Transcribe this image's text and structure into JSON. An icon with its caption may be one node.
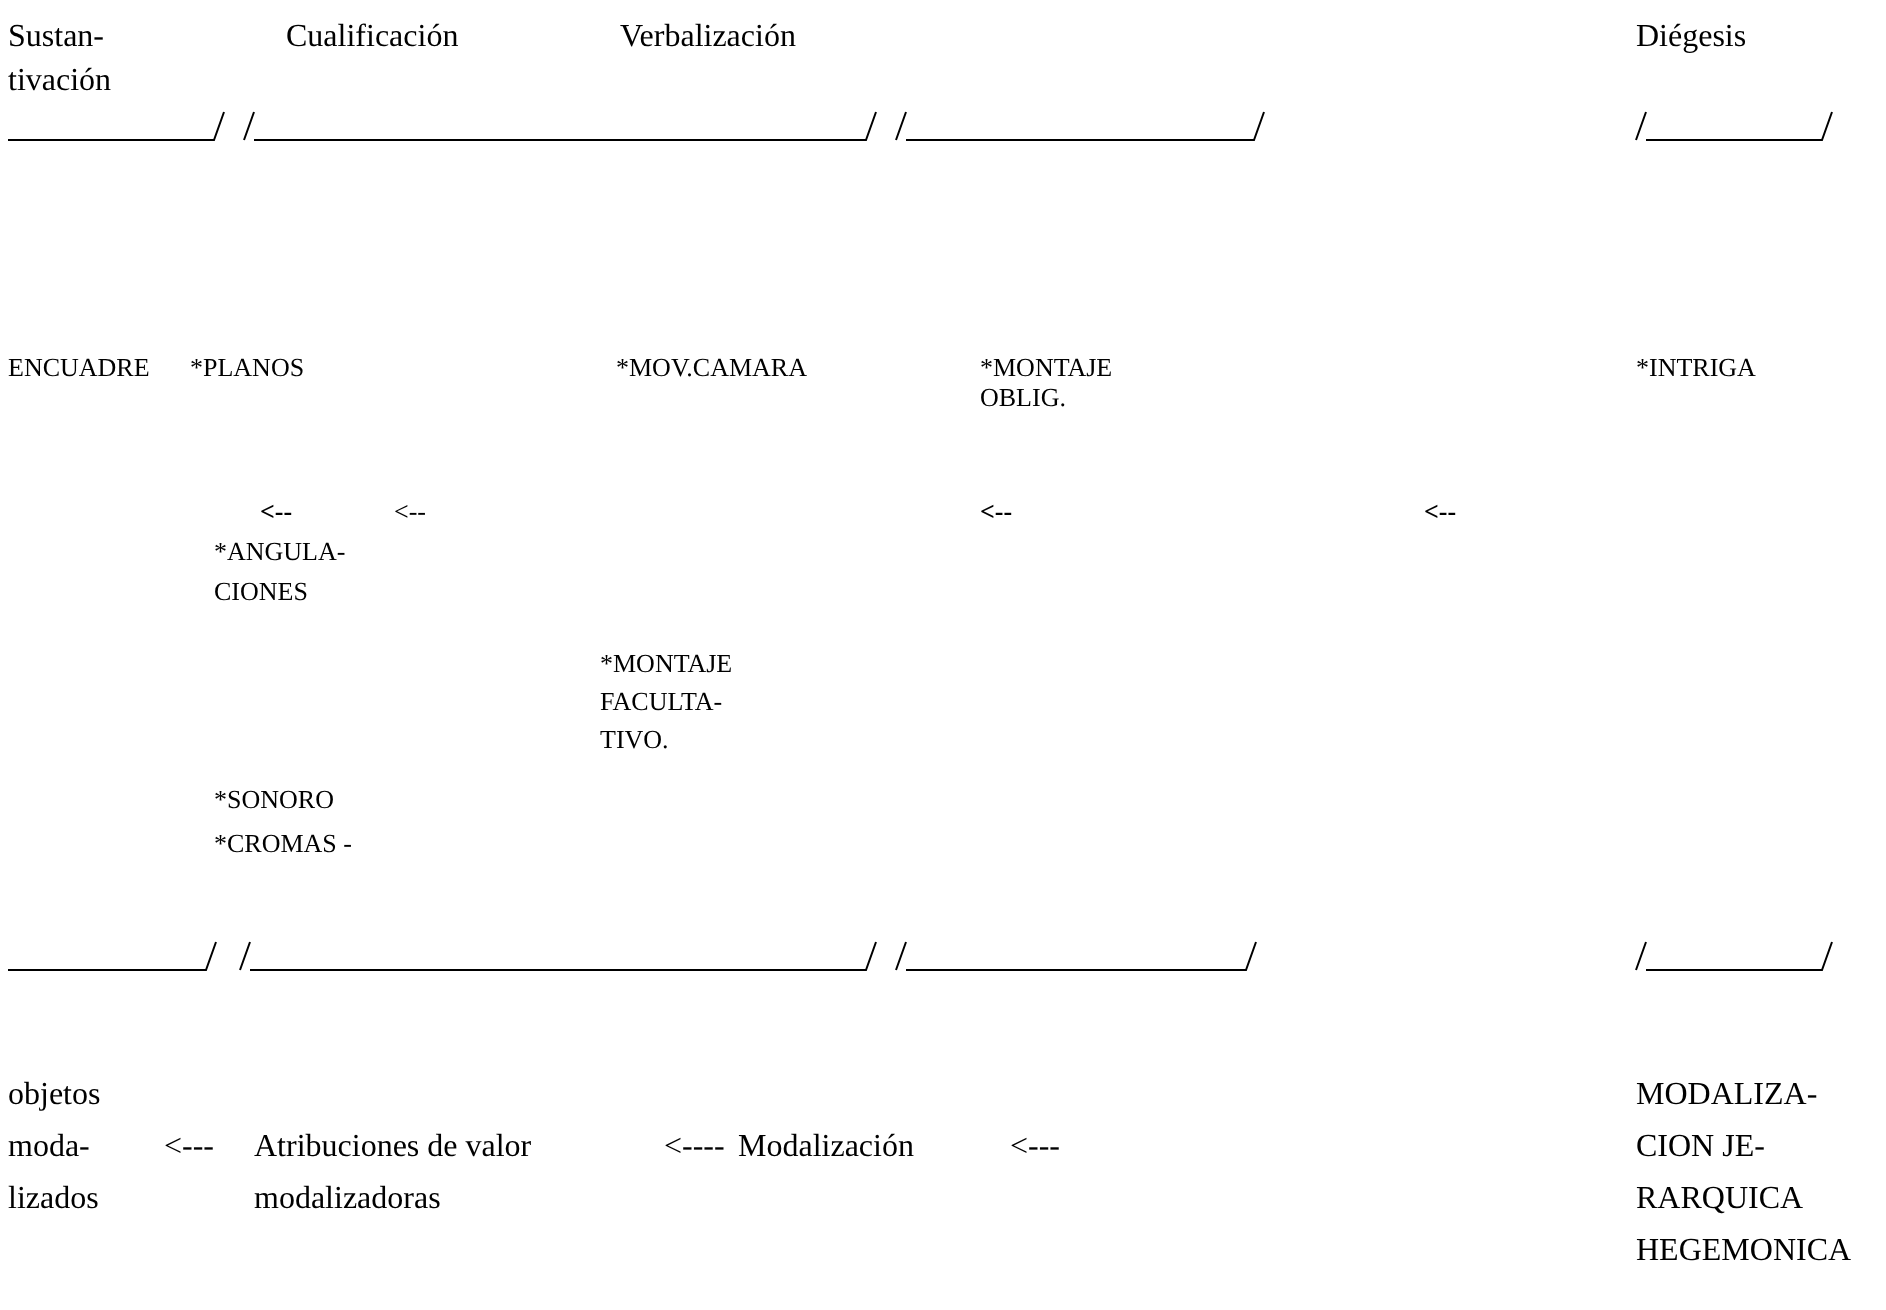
{
  "diagram": {
    "labels": [
      "Sustan- tivación",
      "Cualificación",
      "Verbalización",
      "Diégesis",
      "ENCUADRE",
      "*PLANOS",
      "*MOV.CAMARA",
      "*MONTAJE OBLIG.",
      "*INTRIGA",
      "<--",
      "<--",
      "<--",
      "<--",
      "*ANGULA- CIONES",
      "*MONTAJE FACULTA- TIVO.",
      "*SONORO",
      "*CROMAS -",
      "objetos moda- lizados",
      "<---",
      "Atribuciones de valor modalizadoras",
      "<----",
      "Modalización",
      "<---",
      "MODALIZA- CION JE- RARQUICA HEGEMONICA"
    ]
  }
}
